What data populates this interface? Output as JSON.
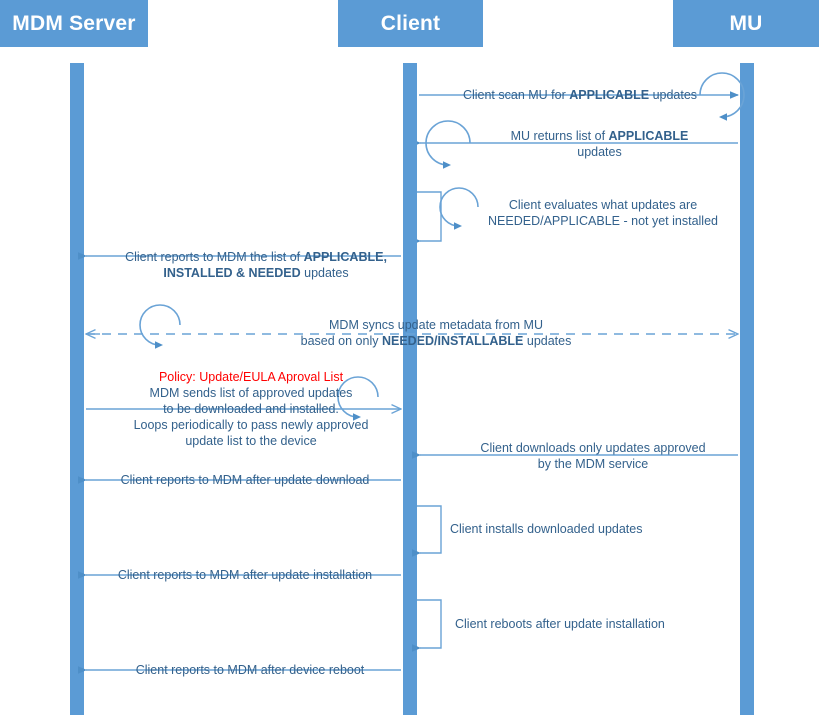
{
  "diagram": {
    "title": "MDM / Client / MU update sequence",
    "colors": {
      "actor_fill": "#5b9bd5",
      "lifeline": "#5b9bd5",
      "arrow": "#5b9bd5",
      "text": "#33618c",
      "policy_text": "#ff0000",
      "background": "#ffffff"
    }
  },
  "actors": [
    {
      "id": "mdm",
      "label": "MDM Server"
    },
    {
      "id": "client",
      "label": "Client"
    },
    {
      "id": "mu",
      "label": "MU"
    }
  ],
  "messages": [
    {
      "id": "m1",
      "from": "client",
      "to": "mu",
      "style": "solid",
      "self_loop": true,
      "text_plain": "Client scan MU for APPLICABLE updates",
      "text_html": "Client scan MU for <b>APPLICABLE</b> updates"
    },
    {
      "id": "m2",
      "from": "mu",
      "to": "client",
      "style": "solid",
      "self_loop": true,
      "text_plain": "MU returns list of APPLICABLE updates",
      "text_html": "MU returns list of <b>APPLICABLE</b><br>updates"
    },
    {
      "id": "m3",
      "from": "client",
      "to": "client",
      "style": "solid",
      "self_loop": true,
      "text_plain": "Client evaluates what updates are NEEDED/APPLICABLE - not yet installed",
      "text_html": "Client evaluates what updates are<br>NEEDED/APPLICABLE - not yet installed"
    },
    {
      "id": "m4",
      "from": "client",
      "to": "mdm",
      "style": "solid",
      "self_loop": false,
      "text_plain": "Client reports to MDM the list of APPLICABLE, INSTALLED & NEEDED updates",
      "text_html": "Client reports to MDM the list of <b>APPLICABLE,</b><br><b>INSTALLED &amp; NEEDED</b> updates"
    },
    {
      "id": "m5",
      "from": "mdm",
      "to": "mu",
      "style": "dashed",
      "self_loop": true,
      "text_plain": "MDM syncs update metadata from MU based on only NEEDED/INSTALLABLE updates",
      "text_html": "MDM syncs update metadata from MU<br>based on only <b>NEEDED/INSTALLABLE</b> updates"
    },
    {
      "id": "m6",
      "from": "mdm",
      "to": "client",
      "style": "solid",
      "self_loop": true,
      "policy_text": "Policy: Update/EULA Aproval List",
      "text_plain": "MDM sends list of approved updates to be downloaded and installed. Loops periodically to pass newly approved update list to the device",
      "text_html": "MDM sends list of approved updates<br>to be downloaded and installed.<br>Loops periodically to pass newly approved<br>update list to the device"
    },
    {
      "id": "m7",
      "from": "mu",
      "to": "client",
      "style": "solid",
      "self_loop": false,
      "text_plain": "Client downloads only updates approved by the MDM service",
      "text_html": "Client downloads only updates approved<br>by the MDM service"
    },
    {
      "id": "m8",
      "from": "client",
      "to": "mdm",
      "style": "solid",
      "self_loop": false,
      "text_plain": "Client reports to MDM after update download",
      "text_html": "Client reports to MDM after update download"
    },
    {
      "id": "m9",
      "from": "client",
      "to": "client",
      "style": "solid",
      "self_loop": false,
      "text_plain": "Client installs downloaded updates",
      "text_html": "Client installs downloaded updates"
    },
    {
      "id": "m10",
      "from": "client",
      "to": "mdm",
      "style": "solid",
      "self_loop": false,
      "text_plain": "Client reports to MDM after update installation",
      "text_html": "Client reports to MDM after update installation"
    },
    {
      "id": "m11",
      "from": "client",
      "to": "client",
      "style": "solid",
      "self_loop": false,
      "text_plain": "Client reboots after update installation",
      "text_html": "Client reboots after update installation"
    },
    {
      "id": "m12",
      "from": "client",
      "to": "mdm",
      "style": "solid",
      "self_loop": false,
      "text_plain": "Client reports to MDM after device reboot",
      "text_html": "Client reports to MDM after device reboot"
    }
  ]
}
